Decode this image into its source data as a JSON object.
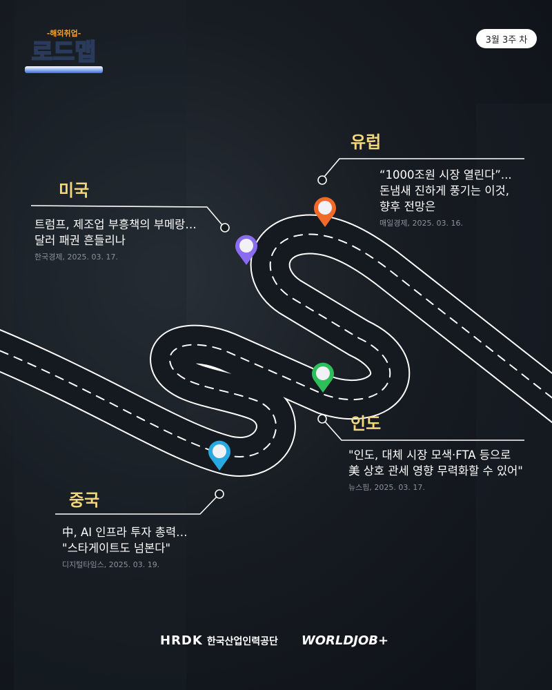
{
  "logo": {
    "top": "-해외취업-",
    "main": "로드맵"
  },
  "badge": "3월 3주 차",
  "regions": {
    "us": {
      "title": "미국",
      "headline": [
        "트럼프, 제조업 부흥책의 부메랑…",
        "달러 패권 흔들리나"
      ],
      "source": "한국경제, 2025. 03. 17.",
      "pin_color": "#8a6cf0"
    },
    "eu": {
      "title": "유럽",
      "headline": [
        "“1000조원 시장 열린다”...",
        "돈냄새 진하게 풍기는 이것,",
        "향후 전망은"
      ],
      "source": "매일경제, 2025. 03. 16.",
      "pin_color": "#f26a2a"
    },
    "india": {
      "title": "인도",
      "headline": [
        "\"인도, 대체 시장 모색·FTA 등으로",
        "美 상호 관세 영향 무력화할 수 있어\""
      ],
      "source": "뉴스핌, 2025. 03. 17.",
      "pin_color": "#2fbf5a"
    },
    "china": {
      "title": "중국",
      "headline": [
        "中, AI 인프라 투자 총력…",
        "\"스타게이트도 넘본다\""
      ],
      "source": "디지털타임스, 2025. 03. 19.",
      "pin_color": "#2aa8e0"
    }
  },
  "footer": {
    "hrdk": "HRDK",
    "org": "한국산업인력공단",
    "worldjob": "WORLDJOB+"
  }
}
